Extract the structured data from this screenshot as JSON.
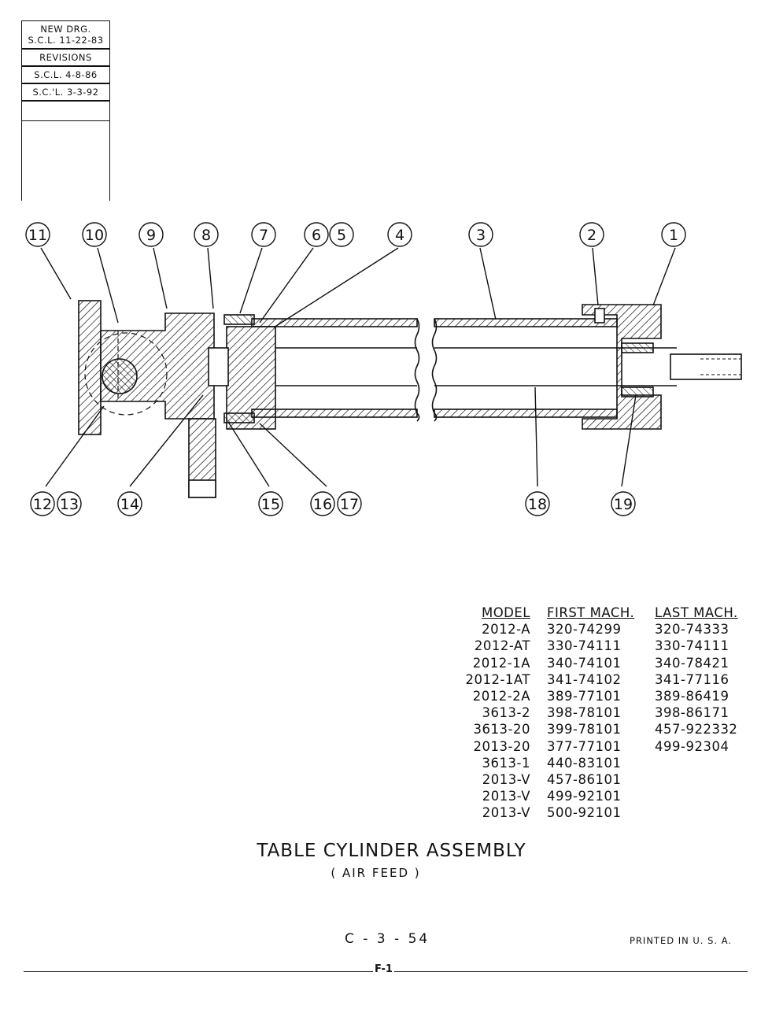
{
  "revision_block": {
    "header": [
      "NEW DRG.",
      "S.C.L. 11-22-83"
    ],
    "revisions_label": "REVISIONS",
    "entries": [
      "S.C.L. 4-8-86",
      "S.C.'L. 3-3-92"
    ]
  },
  "callouts": {
    "top": [
      "11",
      "10",
      "9",
      "8",
      "7",
      "6",
      "5",
      "4",
      "3",
      "2",
      "1"
    ],
    "bottom": [
      "12",
      "13",
      "14",
      "15",
      "16",
      "17",
      "18",
      "19"
    ]
  },
  "models_table": {
    "headers": {
      "model": "MODEL",
      "first": "FIRST MACH.",
      "last": "LAST MACH."
    },
    "rows": [
      {
        "model": "2012-A",
        "first": "320-74299",
        "last": "320-74333"
      },
      {
        "model": "2012-AT",
        "first": "330-74111",
        "last": "330-74111"
      },
      {
        "model": "2012-1A",
        "first": "340-74101",
        "last": "340-78421"
      },
      {
        "model": "2012-1AT",
        "first": "341-74102",
        "last": "341-77116"
      },
      {
        "model": "2012-2A",
        "first": "389-77101",
        "last": "389-86419"
      },
      {
        "model": "3613-2",
        "first": "398-78101",
        "last": "398-86171"
      },
      {
        "model": "3613-20",
        "first": "399-78101",
        "last": ""
      },
      {
        "model": "2013-20",
        "first": "377-77101",
        "last": ""
      },
      {
        "model": "3613-1",
        "first": "440-83101",
        "last": ""
      },
      {
        "model": "2013-V",
        "first": "457-86101",
        "last": "457-922332"
      },
      {
        "model": "2013-V",
        "first": "499-92101",
        "last": "499-92304"
      },
      {
        "model": "2013-V",
        "first": "500-92101",
        "last": ""
      }
    ]
  },
  "title": "TABLE CYLINDER ASSEMBLY",
  "subtitle": "( AIR FEED )",
  "page_code": "C - 3 - 54",
  "printed": "PRINTED IN U. S. A.",
  "sheet": "F-1"
}
